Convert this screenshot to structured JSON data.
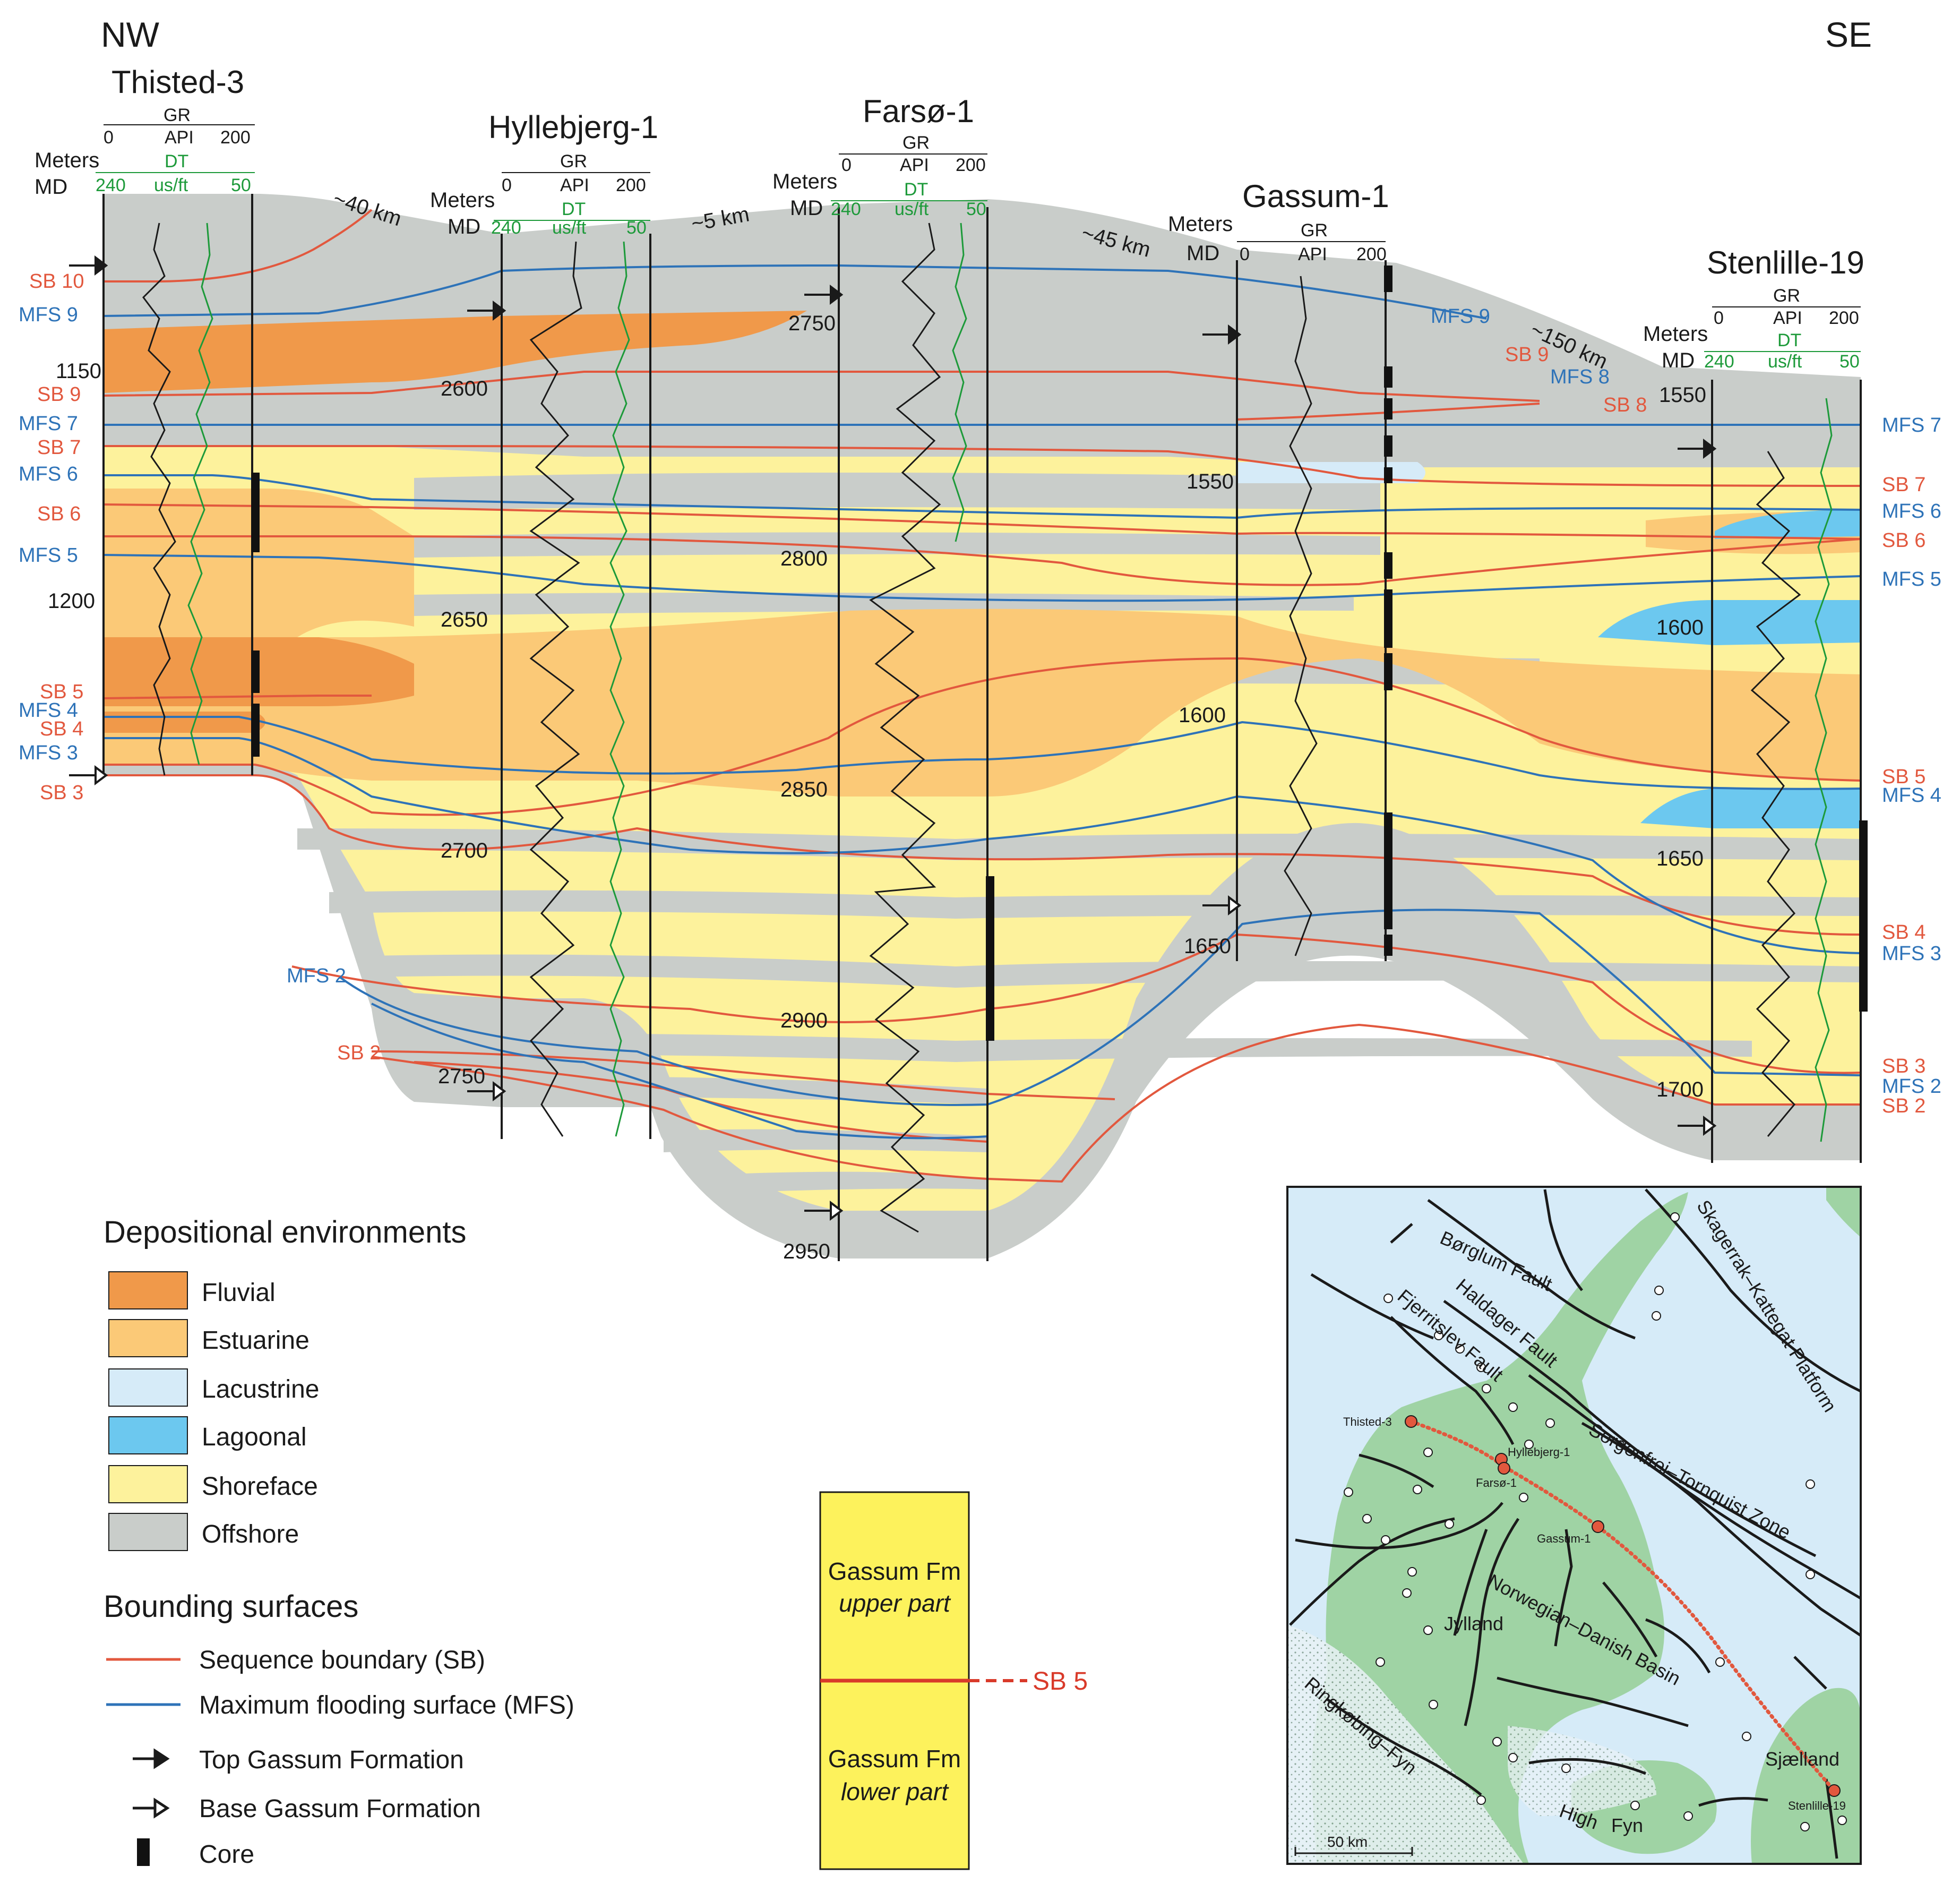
{
  "directions": {
    "left": "NW",
    "right": "SE"
  },
  "wells": [
    {
      "name": "Thisted-3",
      "gr_title": "GR",
      "gr_min": "0",
      "gr_unit": "API",
      "gr_max": "200",
      "dt_title": "DT",
      "dt_min": "240",
      "dt_unit": "us/ft",
      "dt_max": "50",
      "meters": "Meters",
      "md": "MD",
      "depths": [
        "1150",
        "1200"
      ]
    },
    {
      "name": "Hyllebjerg-1",
      "gr_title": "GR",
      "gr_min": "0",
      "gr_unit": "API",
      "gr_max": "200",
      "dt_title": "DT",
      "dt_min": "240",
      "dt_unit": "us/ft",
      "dt_max": "50",
      "meters": "Meters",
      "md": "MD",
      "depths": [
        "2600",
        "2650",
        "2700",
        "2750"
      ]
    },
    {
      "name": "Farsø-1",
      "gr_title": "GR",
      "gr_min": "0",
      "gr_unit": "API",
      "gr_max": "200",
      "dt_title": "DT",
      "dt_min": "240",
      "dt_unit": "us/ft",
      "dt_max": "50",
      "meters": "Meters",
      "md": "MD",
      "depths": [
        "2750",
        "2800",
        "2850",
        "2900",
        "2950"
      ]
    },
    {
      "name": "Gassum-1",
      "gr_title": "GR",
      "gr_min": "0",
      "gr_unit": "API",
      "gr_max": "200",
      "meters": "Meters",
      "md": "MD",
      "depths": [
        "1550",
        "1600",
        "1650"
      ]
    },
    {
      "name": "Stenlille-19",
      "gr_title": "GR",
      "gr_min": "0",
      "gr_unit": "API",
      "gr_max": "200",
      "dt_title": "DT",
      "dt_min": "240",
      "dt_unit": "us/ft",
      "dt_max": "50",
      "meters": "Meters",
      "md": "MD",
      "depths": [
        "1550",
        "1600",
        "1650",
        "1700"
      ]
    }
  ],
  "distances": [
    "~40 km",
    "~5 km",
    "~45 km",
    "~150 km"
  ],
  "surfaces_left": [
    "SB 10",
    "MFS 9",
    "SB 9",
    "MFS 7",
    "SB 7",
    "MFS 6",
    "SB 6",
    "MFS 5",
    "SB 5",
    "MFS 4",
    "SB 4",
    "MFS 3",
    "SB 3"
  ],
  "surfaces_right": [
    "MFS 7",
    "SB 7",
    "MFS 6",
    "SB 6",
    "MFS 5",
    "SB 5",
    "MFS 4",
    "SB 4",
    "MFS 3",
    "SB 3",
    "MFS 2",
    "SB 2"
  ],
  "surfaces_mid": [
    "MFS 2",
    "SB 2",
    "MFS 9",
    "SB 9",
    "MFS 8",
    "SB 8"
  ],
  "legend": {
    "env_title": "Depositional environments",
    "environments": [
      {
        "label": "Fluvial",
        "color": "#f0994a"
      },
      {
        "label": "Estuarine",
        "color": "#fbc977"
      },
      {
        "label": "Lacustrine",
        "color": "#d6ebf8"
      },
      {
        "label": "Lagoonal",
        "color": "#6cc8ef"
      },
      {
        "label": "Shoreface",
        "color": "#fdf29c"
      },
      {
        "label": "Offshore",
        "color": "#c9cdca"
      }
    ],
    "surf_title": "Bounding surfaces",
    "sb_label": "Sequence boundary (SB)",
    "mfs_label": "Maximum flooding surface (MFS)",
    "top_label": "Top Gassum Formation",
    "base_label": "Base Gassum Formation",
    "core_label": "Core",
    "sb_color": "#e2583e",
    "mfs_color": "#2e73b8"
  },
  "formation_box": {
    "upper_line1": "Gassum Fm",
    "upper_line2": "upper part",
    "lower_line1": "Gassum Fm",
    "lower_line2": "lower part",
    "divider_label": "SB 5",
    "fill": "#fdf25c"
  },
  "map": {
    "labels": {
      "borglum": "Børglum Fault",
      "skagerrak": "Skagerrak–Kattegat Platform",
      "haldager": "Haldager Fault",
      "fjerritslev": "Fjerritslev Fault",
      "sorgenfrei": "Sorgenfrei–Tornquist Zone",
      "norwegian": "Norwegian–Danish Basin",
      "jylland": "Jylland",
      "ringkobing": "Ringkøbing–Fyn",
      "high": "High",
      "fyn": "Fyn",
      "sjaelland": "Sjælland",
      "scale": "50 km"
    },
    "wells": {
      "thisted": "Thisted-3",
      "hyllebjerg": "Hyllebjerg-1",
      "farso": "Farsø-1",
      "gassum": "Gassum-1",
      "stenlille": "Stenlille-19"
    },
    "sea_color": "#d6ebf8",
    "land_color": "#9fd3a4"
  }
}
